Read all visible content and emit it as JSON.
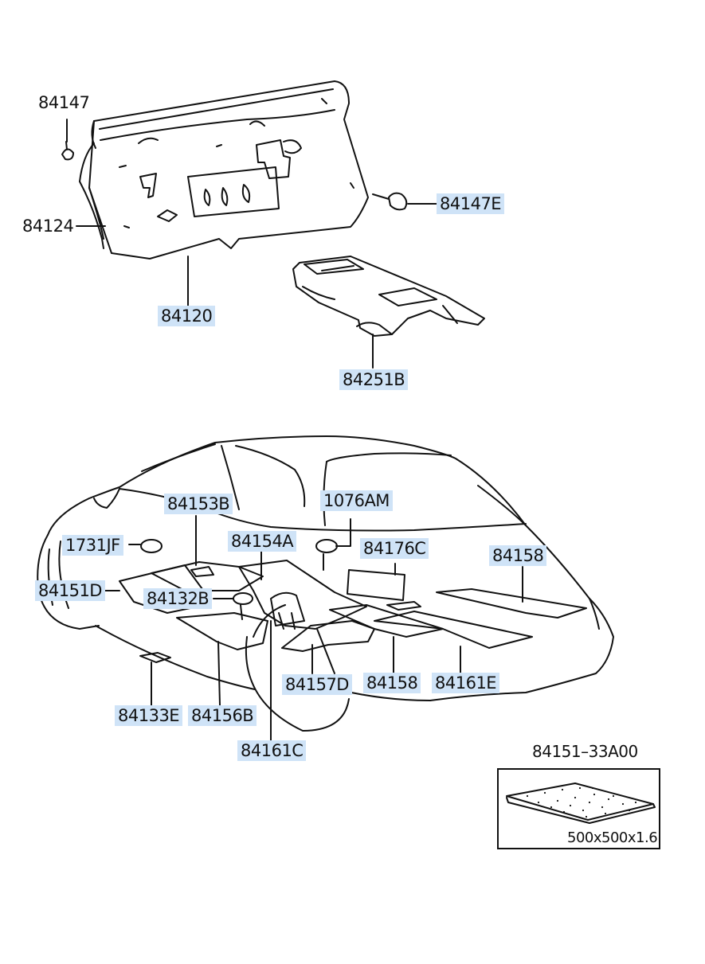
{
  "colors": {
    "line": "#111111",
    "label_highlight": "#cfe3f7",
    "background": "#ffffff"
  },
  "labels": {
    "p84147": "84147",
    "p84124": "84124",
    "p84120": "84120",
    "p84147E": "84147E",
    "p84251B": "84251B",
    "p84153B": "84153B",
    "p1076AM": "1076AM",
    "p1731JF": "1731JF",
    "p84154A": "84154A",
    "p84176C": "84176C",
    "p84158a": "84158",
    "p84151D": "84151D",
    "p84132B": "84132B",
    "p84157D": "84157D",
    "p84158b": "84158",
    "p84161E": "84161E",
    "p84133E": "84133E",
    "p84156B": "84156B",
    "p84161C": "84161C"
  },
  "detail": {
    "title": "84151–33A00",
    "size": "500x500x1.6"
  }
}
